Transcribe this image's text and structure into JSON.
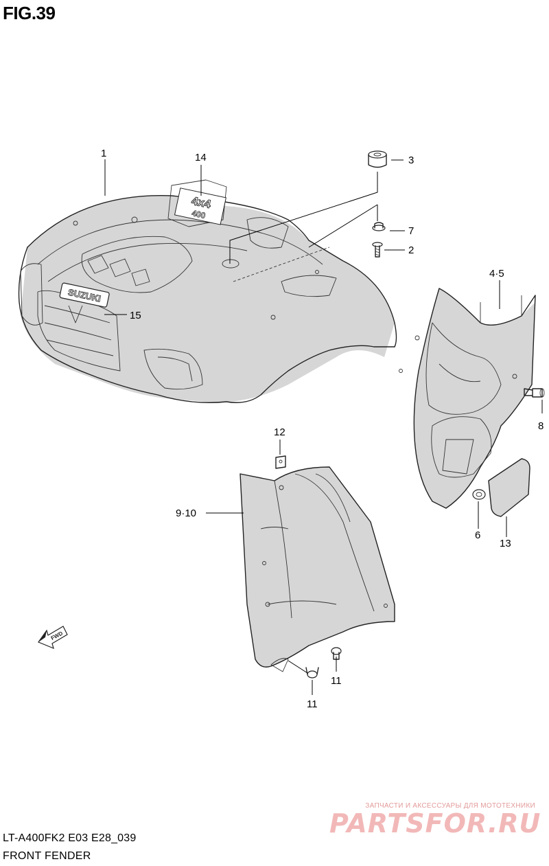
{
  "figure": {
    "title": "FIG.39",
    "model_code": "LT-A400FK2 E03 E28_039",
    "part_name": "FRONT FENDER"
  },
  "callouts": [
    {
      "id": "c1",
      "label": "1"
    },
    {
      "id": "c14",
      "label": "14"
    },
    {
      "id": "c3",
      "label": "3"
    },
    {
      "id": "c7",
      "label": "7"
    },
    {
      "id": "c2",
      "label": "2"
    },
    {
      "id": "c45",
      "label": "4·5"
    },
    {
      "id": "c15",
      "label": "15"
    },
    {
      "id": "c8",
      "label": "8"
    },
    {
      "id": "c12",
      "label": "12"
    },
    {
      "id": "c910",
      "label": "9·10"
    },
    {
      "id": "c6",
      "label": "6"
    },
    {
      "id": "c13",
      "label": "13"
    },
    {
      "id": "c11a",
      "label": "11"
    },
    {
      "id": "c11b",
      "label": "11"
    }
  ],
  "emblems": {
    "brand": "SUZUKI",
    "decal_top": "4x4",
    "decal_bottom": "400",
    "fwd": "FWD"
  },
  "watermark": {
    "tagline": "ЗАПЧАСТИ И АКСЕССУАРЫ ДЛЯ МОТОТЕХНИКИ",
    "logo": "PARTSFOR.RU"
  }
}
